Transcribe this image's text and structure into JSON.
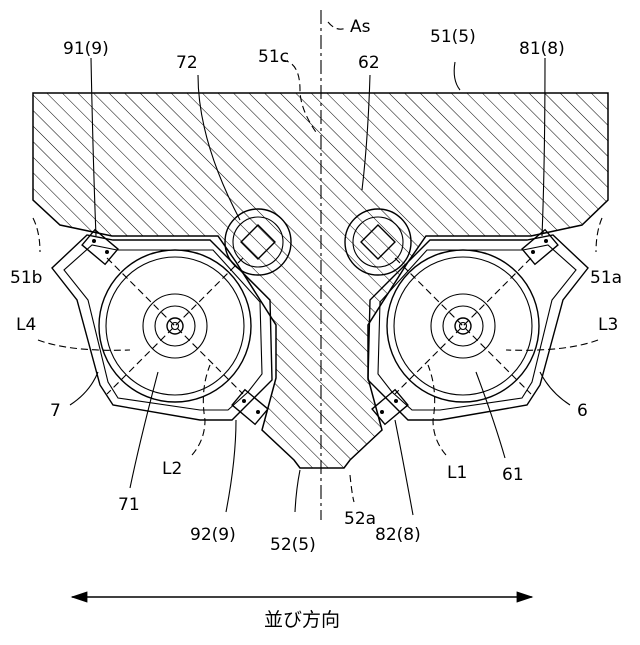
{
  "labels": {
    "As": "As",
    "l51_5": "51(5)",
    "l51c": "51c",
    "l62": "62",
    "l72": "72",
    "l91_9": "91(9)",
    "l81_8": "81(8)",
    "l51b": "51b",
    "l51a": "51a",
    "L4": "L4",
    "L3": "L3",
    "l7": "7",
    "l6": "6",
    "L2": "L2",
    "L1": "L1",
    "l71": "71",
    "l61": "61",
    "l92_9": "92(9)",
    "l52_5": "52(5)",
    "l82_8": "82(8)",
    "l52a": "52a"
  },
  "caption": "並び方向"
}
